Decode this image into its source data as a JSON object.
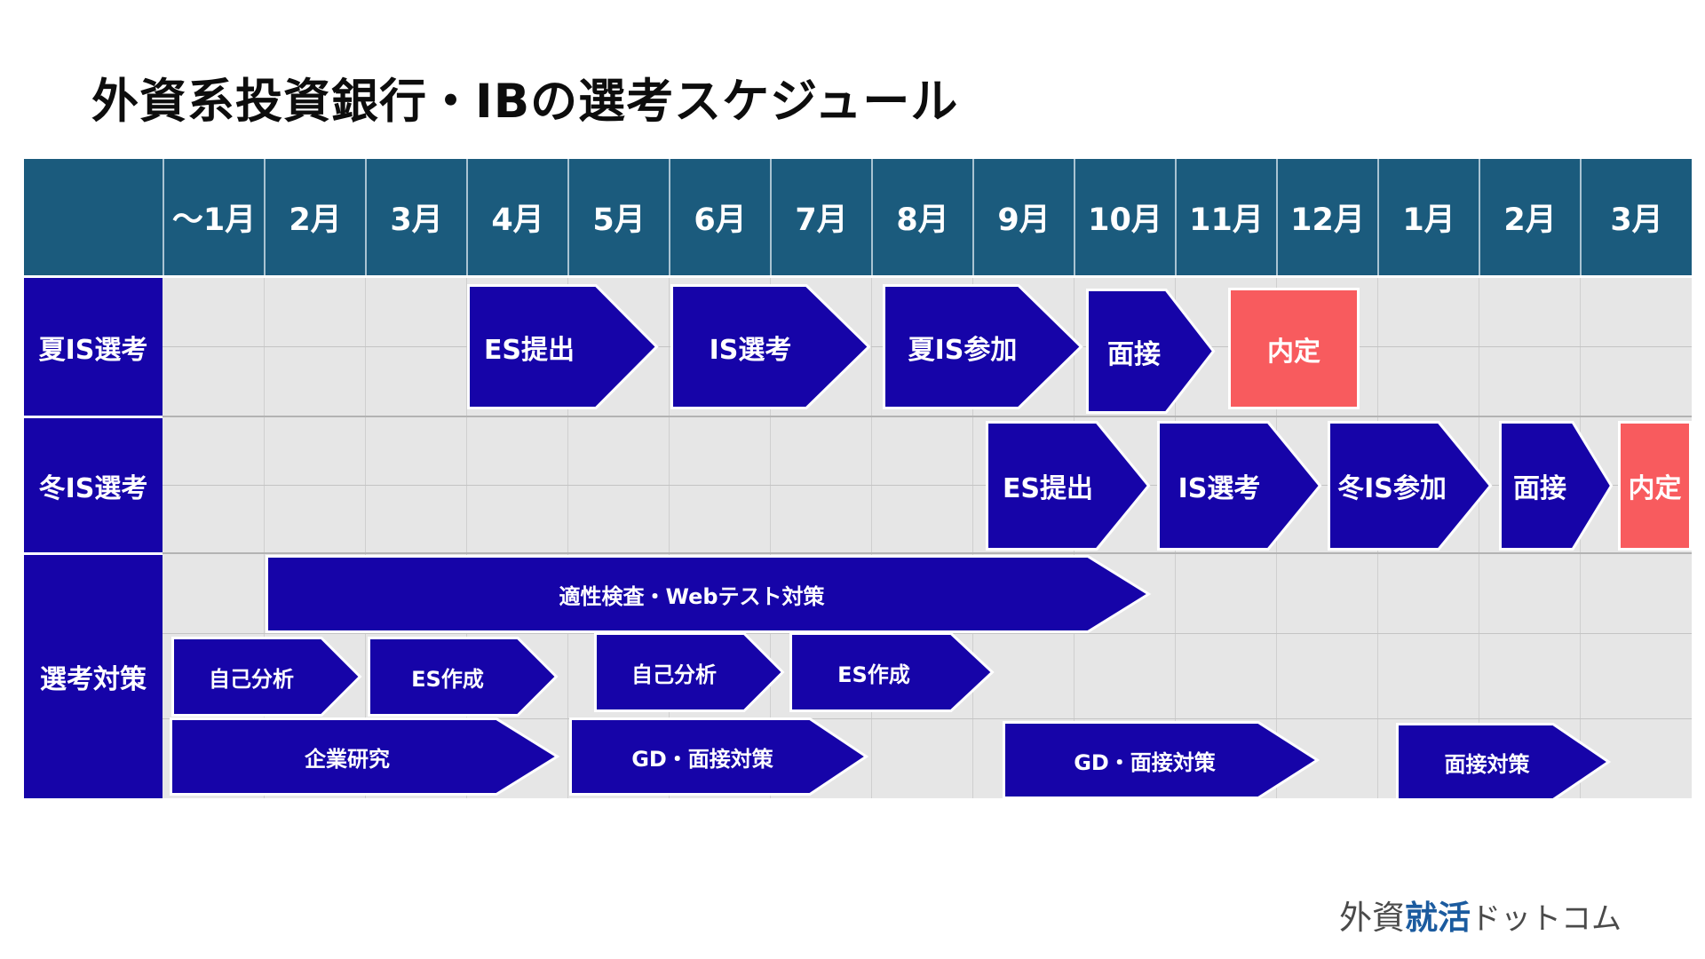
{
  "title": "外資系投資銀行・IBの選考スケジュール",
  "months": [
    "〜1月",
    "2月",
    "3月",
    "4月",
    "5月",
    "6月",
    "7月",
    "8月",
    "9月",
    "10月",
    "11月",
    "12月",
    "1月",
    "2月",
    "3月"
  ],
  "rows": {
    "summer": "夏IS選考",
    "winter": "冬IS選考",
    "prep": "選考対策"
  },
  "summer_steps": {
    "es": "ES提出",
    "is": "IS選考",
    "participate": "夏IS参加",
    "interview": "面接",
    "offer": "内定"
  },
  "winter_steps": {
    "es": "ES提出",
    "is": "IS選考",
    "participate": "冬IS参加",
    "interview": "面接",
    "offer": "内定"
  },
  "prep_steps": {
    "webtest": "適性検査・Webテスト対策",
    "self1": "自己分析",
    "es1": "ES作成",
    "self2": "自己分析",
    "es2": "ES作成",
    "company": "企業研究",
    "gd1": "GD・面接対策",
    "gd2": "GD・面接対策",
    "interview": "面接対策"
  },
  "colors": {
    "header": "#1b5b7d",
    "arrow": "#1604a8",
    "offer": "#f85b5e",
    "grid": "#e6e6e6"
  },
  "logo": {
    "part1": "外資",
    "part2": "就活",
    "part3": "ドットコム"
  }
}
